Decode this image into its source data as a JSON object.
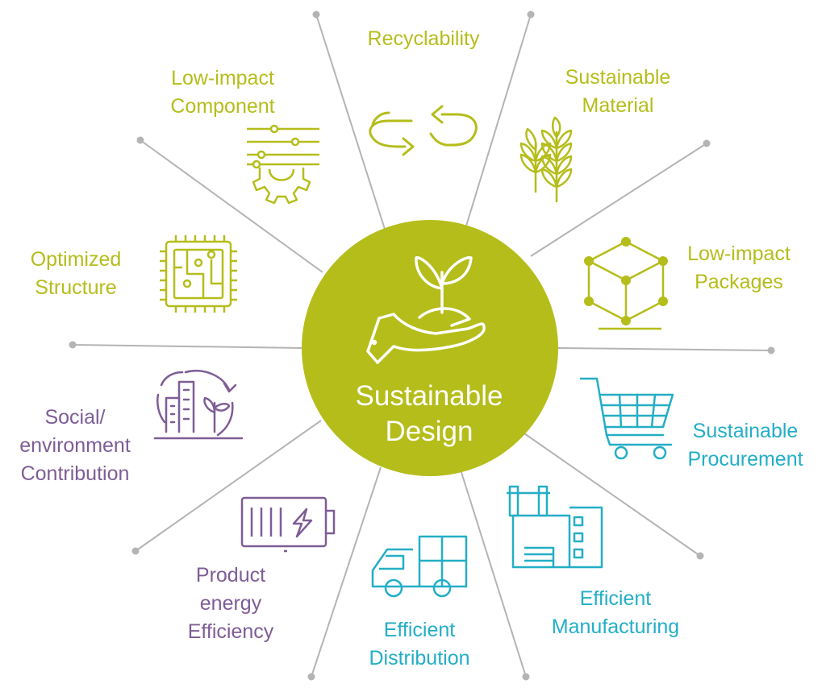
{
  "center": {
    "title_lines": [
      "Sustainable",
      "Design"
    ],
    "icon": "hand-holding-plant-icon",
    "color": "#b5bd1a"
  },
  "colors": {
    "green": "#b5bd1a",
    "teal": "#23aec6",
    "purple": "#7e5d96",
    "spoke": "#b4b4b4"
  },
  "items": [
    {
      "key": "recyclability",
      "lines": [
        "Recyclability"
      ],
      "icon": "recycle-arrows-icon",
      "color": "green"
    },
    {
      "key": "sustainable-material",
      "lines": [
        "Sustainable",
        "Material"
      ],
      "icon": "wheat-icon",
      "color": "green"
    },
    {
      "key": "low-impact-packages",
      "lines": [
        "Low-impact",
        "Packages"
      ],
      "icon": "cube-network-icon",
      "color": "green"
    },
    {
      "key": "sustainable-procurement",
      "lines": [
        "Sustainable",
        "Procurement"
      ],
      "icon": "shopping-cart-icon",
      "color": "teal"
    },
    {
      "key": "efficient-manufacturing",
      "lines": [
        "Efficient",
        "Manufacturing"
      ],
      "icon": "factory-icon",
      "color": "teal"
    },
    {
      "key": "efficient-distribution",
      "lines": [
        "Efficient",
        "Distribution"
      ],
      "icon": "delivery-truck-icon",
      "color": "teal"
    },
    {
      "key": "product-energy-efficiency",
      "lines": [
        "Product",
        "energy",
        "Efficiency"
      ],
      "icon": "battery-charging-icon",
      "color": "purple"
    },
    {
      "key": "social-environment-contribution",
      "lines": [
        "Social/",
        "environment",
        "Contribution"
      ],
      "icon": "city-plant-cycle-icon",
      "color": "purple"
    },
    {
      "key": "optimized-structure",
      "lines": [
        "Optimized",
        "Structure"
      ],
      "icon": "microchip-icon",
      "color": "green"
    },
    {
      "key": "low-impact-component",
      "lines": [
        "Low-impact",
        "Component"
      ],
      "icon": "gear-sliders-icon",
      "color": "green"
    }
  ]
}
